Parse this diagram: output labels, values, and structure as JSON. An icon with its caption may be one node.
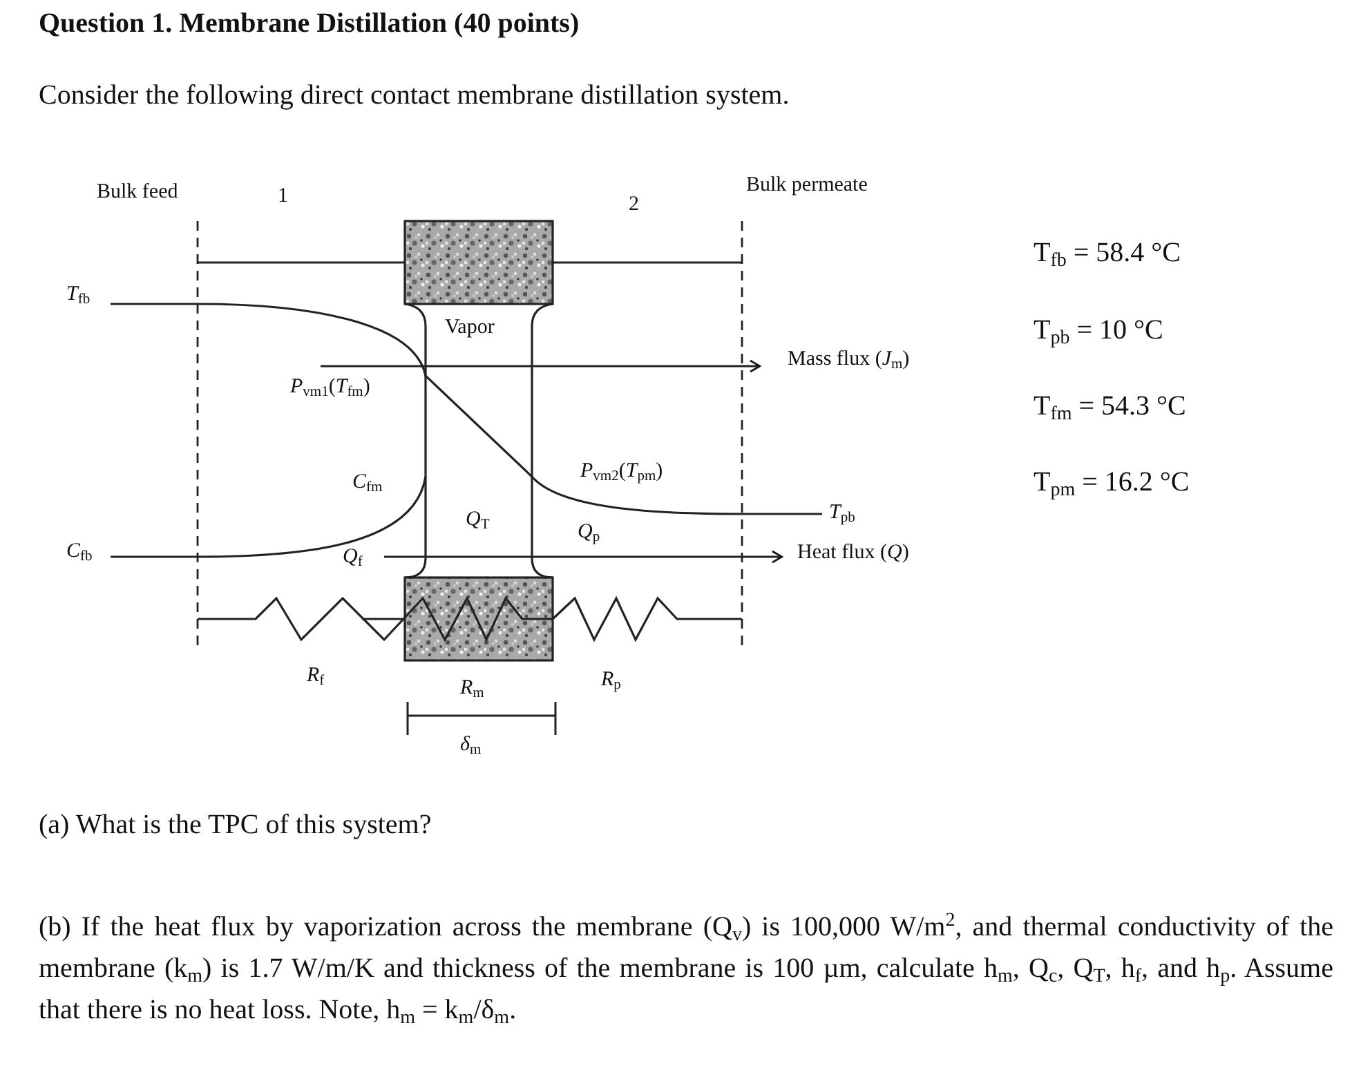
{
  "diagram": {
    "title": "Question 1. Membrane Distillation (40 points)",
    "labels": [
      "Consider the following direct contact membrane distillation system.",
      "Bulk feed",
      "1",
      "2",
      "Bulk permeate",
      "T$_{fb}$ = 58.4 °C",
      "*T*$_{fb}$",
      "Vapor",
      "T$_{pb}$ = 10 °C",
      "Mass flux (*J*$_{m}$)",
      "*P*$_{vm1}$(*T*$_{fm}$)",
      "T$_{fm}$ = 54.3 °C",
      "*C*$_{fm}$",
      "*P*$_{vm2}$(*T*$_{pm}$)",
      "T$_{pm}$ = 16.2 °C",
      "*Q*$_{T}$",
      "*Q*$_{p}$",
      "*T*$_{pb}$",
      "*C*$_{fb}$",
      "*Q*$_{f}$",
      "Heat flux (*Q*)",
      "*R*$_{f}$",
      "*R*$_{m}$",
      "*R*$_{p}$",
      "*δ*$_{m}$",
      "(a) What is the TPC of this system?",
      "(b) If the heat flux by vaporization across the membrane (Q$_{v}$) is 100,000 W/m$^{2}$, and thermal conductivity of the membrane (k$_{m}$) is 1.7 W/m/K and thickness of the membrane is 100 µm, calculate h$_{m}$, Q$_{c}$, Q$_{T}$, h$_{f}$, and h$_{p}$. Assume that there is no heat loss. Note, h$_{m}$ = k$_{m}$/δ$_{m}$."
    ]
  }
}
